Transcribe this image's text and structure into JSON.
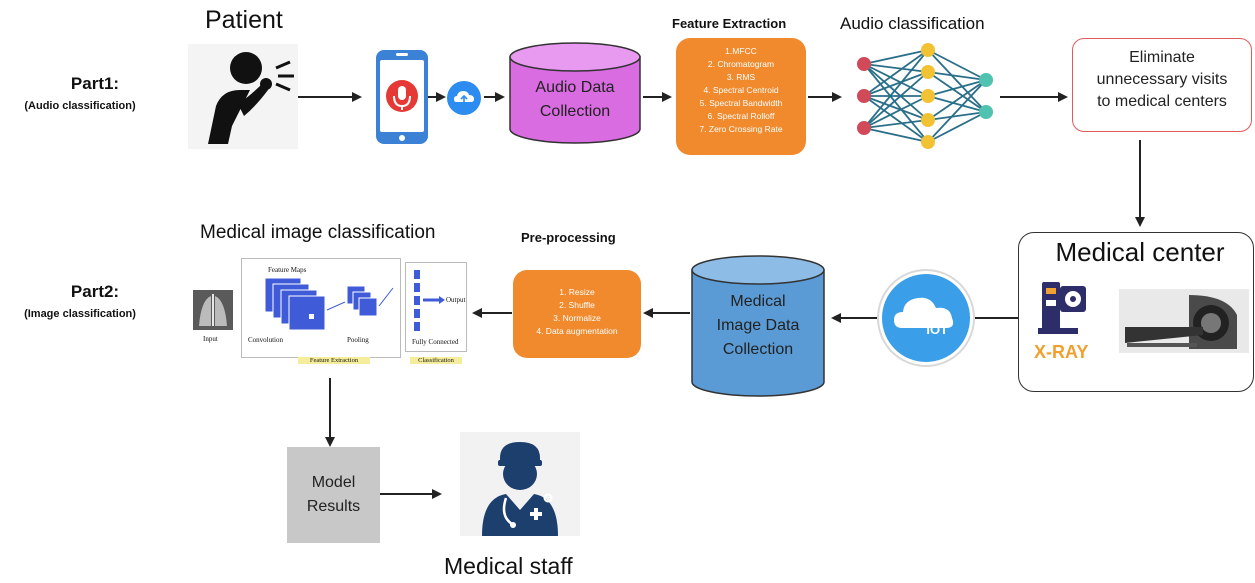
{
  "patient_label": "Patient",
  "part1": {
    "title": "Part1:",
    "subtitle": "(Audio classification)"
  },
  "part2": {
    "title": "Part2:",
    "subtitle": "(Image classification)"
  },
  "audio_collection_label": [
    "Audio Data",
    "Collection"
  ],
  "feature_extraction": {
    "title": "Feature Extraction",
    "items": [
      "1.MFCC",
      "2. Chromatogram",
      "3. RMS",
      "4. Spectral Centroid",
      "5. Spectral Bandwidth",
      "6. Spectral Rolloff",
      "7. Zero Crossing Rate"
    ]
  },
  "audio_classification_label": "Audio classification",
  "callout_lines": [
    "Eliminate",
    "unnecessary visits",
    "to medical centers"
  ],
  "medical_center_label": "Medical center",
  "xray_label": "X-RAY",
  "iot_label": "IOT",
  "medical_image_collection_label": [
    "Medical",
    "Image Data",
    "Collection"
  ],
  "preprocessing": {
    "title": "Pre-processing",
    "items": [
      "1. Resize",
      "2. Shuffle",
      "3. Normalize",
      "4. Data augmentation"
    ]
  },
  "medical_image_classification_label": "Medical image classification",
  "cnn_labels": {
    "input": "Input",
    "feature_maps": "Feature Maps",
    "convolution": "Convolution",
    "pooling": "Pooling",
    "fully_connected": "Fully Connected",
    "output": "Output",
    "feature_extraction_tag": "Feature Extraction",
    "classification_tag": "Classification"
  },
  "model_results_lines": [
    "Model",
    "Results"
  ],
  "medical_staff_label": "Medical staff",
  "colors": {
    "audio_cylinder": "#d86ce0",
    "image_cylinder": "#5a9bd5",
    "orange": "#f08a2c",
    "callout_border": "#e05a5a",
    "node_red": "#d04a5a",
    "node_yellow": "#f1c232",
    "node_teal": "#4fc2b0",
    "network_line": "#2a6f8a",
    "iot_blue": "#3a9ee8",
    "xray_orange": "#f0a030",
    "xray_navy": "#2d2d6a",
    "staff_navy": "#1c3f6e"
  },
  "icons": [
    "coughing-person-icon",
    "smartphone-microphone-icon",
    "cloud-upload-icon",
    "neural-network-icon",
    "iot-cloud-icon",
    "xray-machine-icon",
    "ct-scanner-icon",
    "chest-xray-icon",
    "doctor-icon"
  ]
}
